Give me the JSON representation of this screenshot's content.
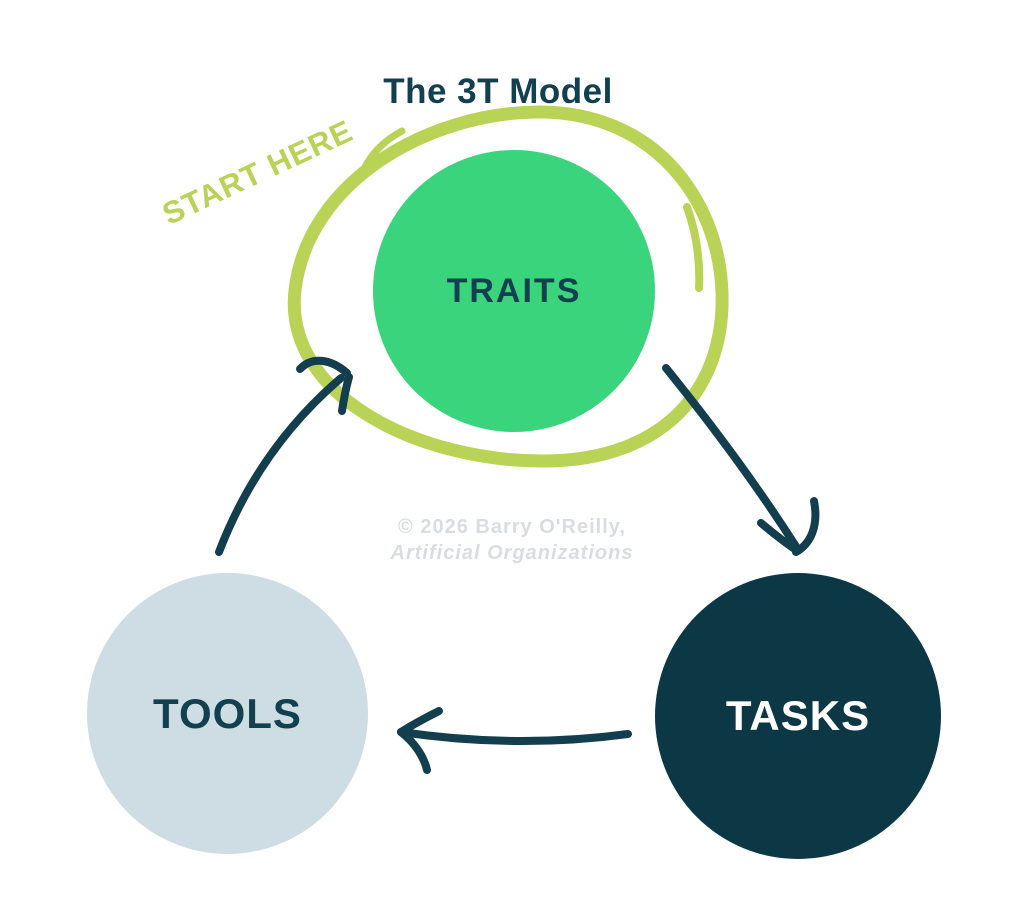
{
  "title": "The 3T Model",
  "annotation": {
    "start_here": "START HERE"
  },
  "diagram_type": "cycle",
  "nodes": {
    "traits": {
      "label": "TRAITS",
      "fill": "#3ad47c",
      "text_color": "#12404f"
    },
    "tasks": {
      "label": "TASKS",
      "fill": "#0c3845",
      "text_color": "#ffffff"
    },
    "tools": {
      "label": "TOOLS",
      "fill": "#cddde3",
      "text_color": "#12404f"
    }
  },
  "edges": [
    {
      "from": "TRAITS",
      "to": "TASKS"
    },
    {
      "from": "TASKS",
      "to": "TOOLS"
    },
    {
      "from": "TOOLS",
      "to": "TRAITS"
    }
  ],
  "watermark": {
    "line1": "© 2026 Barry O'Reilly,",
    "line2": "Artificial Organizations"
  },
  "colors": {
    "title": "#12404f",
    "arrow": "#123e4d",
    "highlight": "#b8d355",
    "watermark": "#d9dde2",
    "background": "#ffffff"
  }
}
